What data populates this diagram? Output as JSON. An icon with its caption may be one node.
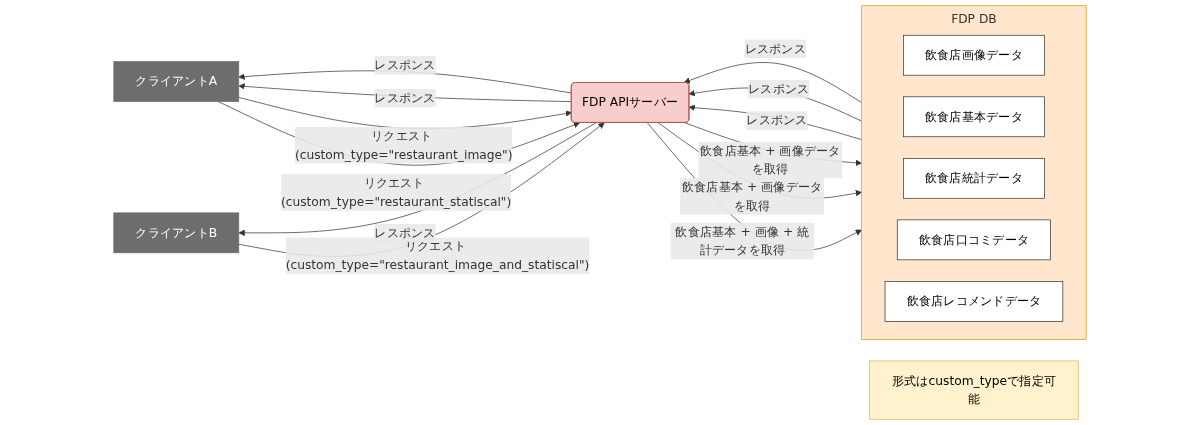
{
  "diagram": {
    "nodes": [
      {
        "text": [
          "クライアントA"
        ]
      },
      {
        "text": [
          "クライアントB"
        ]
      },
      {
        "text": [
          "FDP APIサーバー"
        ]
      },
      {
        "text": [
          "FDP DB"
        ]
      },
      {
        "text": [
          "飲食店画像データ"
        ],
        "in": 3
      },
      {
        "text": [
          "飲食店基本データ"
        ],
        "in": 3
      },
      {
        "text": [
          "飲食店統計データ"
        ],
        "in": 3
      },
      {
        "text": [
          "飲食店口コミデータ"
        ],
        "in": 3
      },
      {
        "text": [
          "飲食店レコメンドデータ"
        ],
        "in": 3
      },
      {
        "text": [
          "形式はcustom_typeで指定可能"
        ]
      }
    ],
    "edges": [
      {
        "from": 0,
        "to": 2,
        "arrow": "to",
        "label": "リクエスト (custom_type=\"restaurant_image\")"
      },
      {
        "from": 2,
        "to": 0,
        "arrow": "to",
        "label": "レスポンス"
      },
      {
        "from": 0,
        "to": 2,
        "arrow": "to",
        "label": "リクエスト (custom_type=\"restaurant_statiscal\")"
      },
      {
        "from": 2,
        "to": 0,
        "arrow": "to",
        "label": "レスポンス"
      },
      {
        "from": 1,
        "to": 2,
        "arrow": "to",
        "label": "リクエスト (custom_type=\"restaurant_image_and_statiscal\")"
      },
      {
        "from": 2,
        "to": 1,
        "arrow": "to",
        "label": "レスポンス"
      },
      {
        "from": 2,
        "to": 3,
        "arrow": "to",
        "label": "飲食店基本 + 画像データを取得"
      },
      {
        "from": 3,
        "to": 2,
        "arrow": "to",
        "label": "レスポンス"
      },
      {
        "from": 2,
        "to": 3,
        "arrow": "to",
        "label": "飲食店基本 + 画像データを取得"
      },
      {
        "from": 3,
        "to": 2,
        "arrow": "to",
        "label": "レスポンス"
      },
      {
        "from": 2,
        "to": 3,
        "arrow": "to",
        "label": "飲食店基本 + 画像 + 統計データを取得"
      },
      {
        "from": 3,
        "to": 2,
        "arrow": "to",
        "label": "レスポンス"
      }
    ]
  }
}
